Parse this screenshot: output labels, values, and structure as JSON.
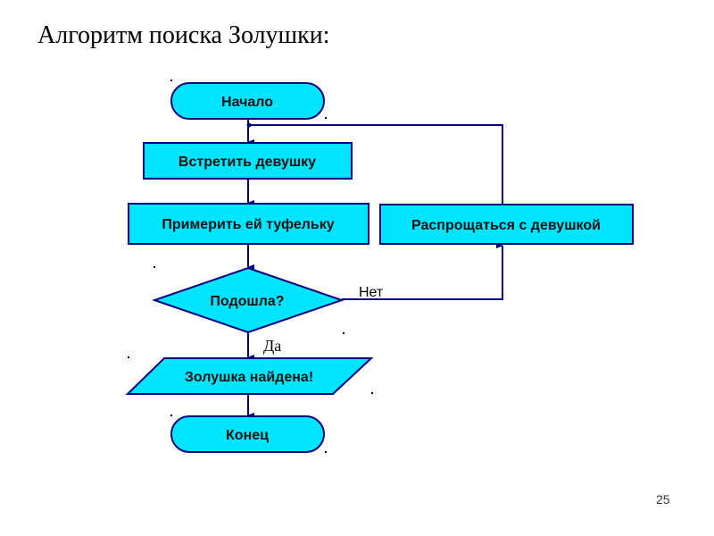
{
  "slide": {
    "title": "Алгоритм поиска Золушки:",
    "page_number": "25"
  },
  "colors": {
    "fill": "#00e5ff",
    "stroke": "#000080",
    "line": "#000080"
  },
  "flowchart": {
    "nodes": {
      "start": {
        "label": "Начало",
        "shape": "terminator"
      },
      "meet": {
        "label": "Встретить девушку",
        "shape": "process"
      },
      "try_shoe": {
        "label": "Примерить ей туфельку",
        "shape": "process"
      },
      "farewell": {
        "label": "Распрощаться с девушкой",
        "shape": "process"
      },
      "decision": {
        "label": "Подошла?",
        "shape": "decision"
      },
      "found": {
        "label": "Золушка найдена!",
        "shape": "io"
      },
      "end": {
        "label": "Конец",
        "shape": "terminator"
      }
    },
    "edge_labels": {
      "no": "Нет",
      "yes": "Да"
    }
  }
}
